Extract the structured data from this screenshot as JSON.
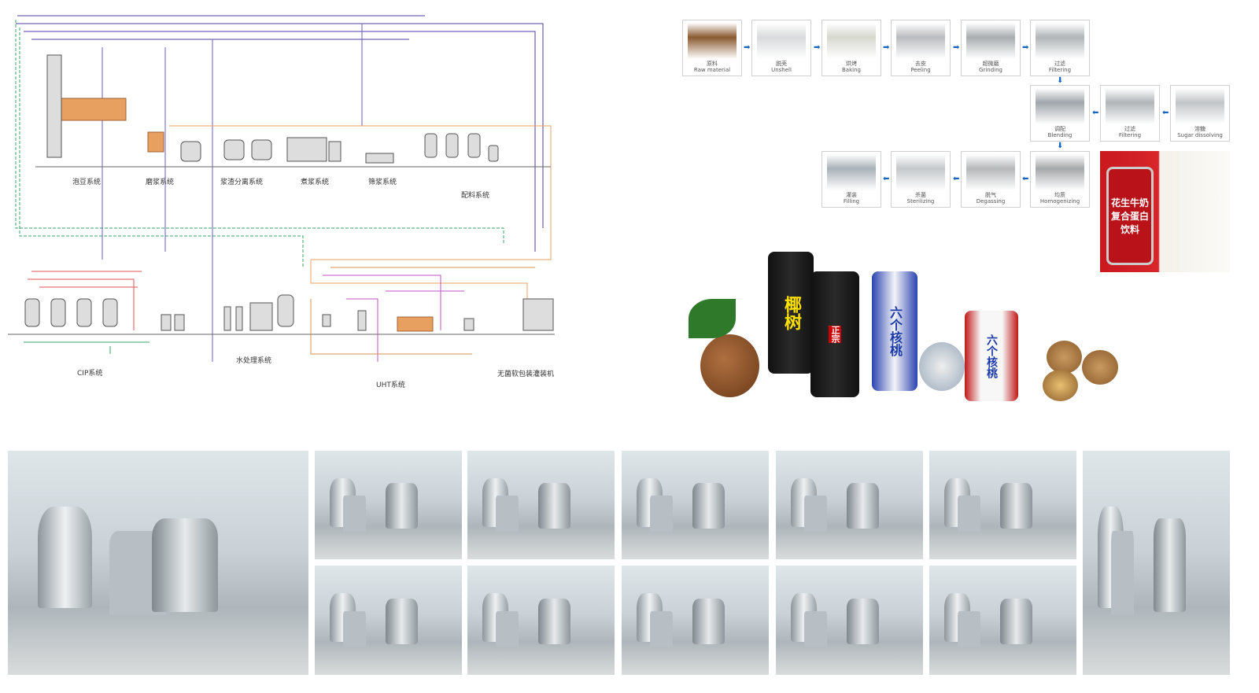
{
  "diagram": {
    "systems": [
      "泡豆系统",
      "磨浆系统",
      "浆渣分离系统",
      "煮浆系统",
      "筛浆系统",
      "配料系统",
      "CIP系统",
      "水处理系统",
      "UHT系统",
      "无菌软包装灌装机"
    ]
  },
  "flow": {
    "steps": [
      {
        "cn": "原料",
        "en": "Raw material"
      },
      {
        "cn": "脱壳",
        "en": "Unshell"
      },
      {
        "cn": "烘烤",
        "en": "Baking"
      },
      {
        "cn": "去皮",
        "en": "Peeling"
      },
      {
        "cn": "超微磨",
        "en": "Grinding"
      },
      {
        "cn": "过滤",
        "en": "Filtering"
      },
      {
        "cn": "调配",
        "en": "Blending"
      },
      {
        "cn": "过滤",
        "en": "Filtering"
      },
      {
        "cn": "溶糖",
        "en": "Sugar dissolving"
      },
      {
        "cn": "均质",
        "en": "Homogenizing"
      },
      {
        "cn": "脱气",
        "en": "Degassing"
      },
      {
        "cn": "杀菌",
        "en": "Sterilizing"
      },
      {
        "cn": "灌装",
        "en": "Filling"
      }
    ],
    "arrow_color": "#1565c0"
  },
  "products": {
    "coconut_can": "椰树",
    "coconut_brand": "正宗",
    "walnut_can": "六个核桃",
    "peanut_can": "花生牛奶复合蛋白饮料"
  }
}
